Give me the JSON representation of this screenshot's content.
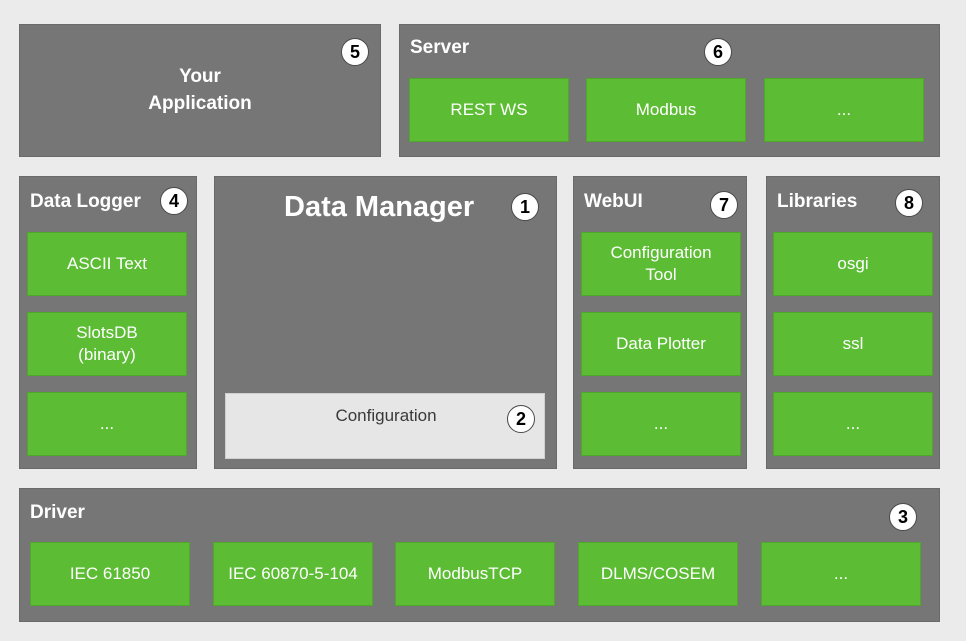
{
  "app": {
    "title": "Your Application",
    "number": "5"
  },
  "server": {
    "title": "Server",
    "number": "6",
    "items": [
      "REST WS",
      "Modbus",
      "..."
    ]
  },
  "data_logger": {
    "title": "Data Logger",
    "number": "4",
    "items": [
      "ASCII Text",
      "SlotsDB\n(binary)",
      "..."
    ]
  },
  "data_manager": {
    "title": "Data Manager",
    "number": "1",
    "configuration": {
      "label": "Configuration",
      "number": "2"
    }
  },
  "webui": {
    "title": "WebUI",
    "number": "7",
    "items": [
      "Configuration\nTool",
      "Data Plotter",
      "..."
    ]
  },
  "libraries": {
    "title": "Libraries",
    "number": "8",
    "items": [
      "osgi",
      "ssl",
      "..."
    ]
  },
  "driver": {
    "title": "Driver",
    "number": "3",
    "items": [
      "IEC 61850",
      "IEC 60870-5-104",
      "ModbusTCP",
      "DLMS/COSEM",
      "..."
    ]
  },
  "colors": {
    "panel": "#767676",
    "module": "#5cbd34",
    "config": "#e6e6e6",
    "background": "#ebebeb"
  }
}
